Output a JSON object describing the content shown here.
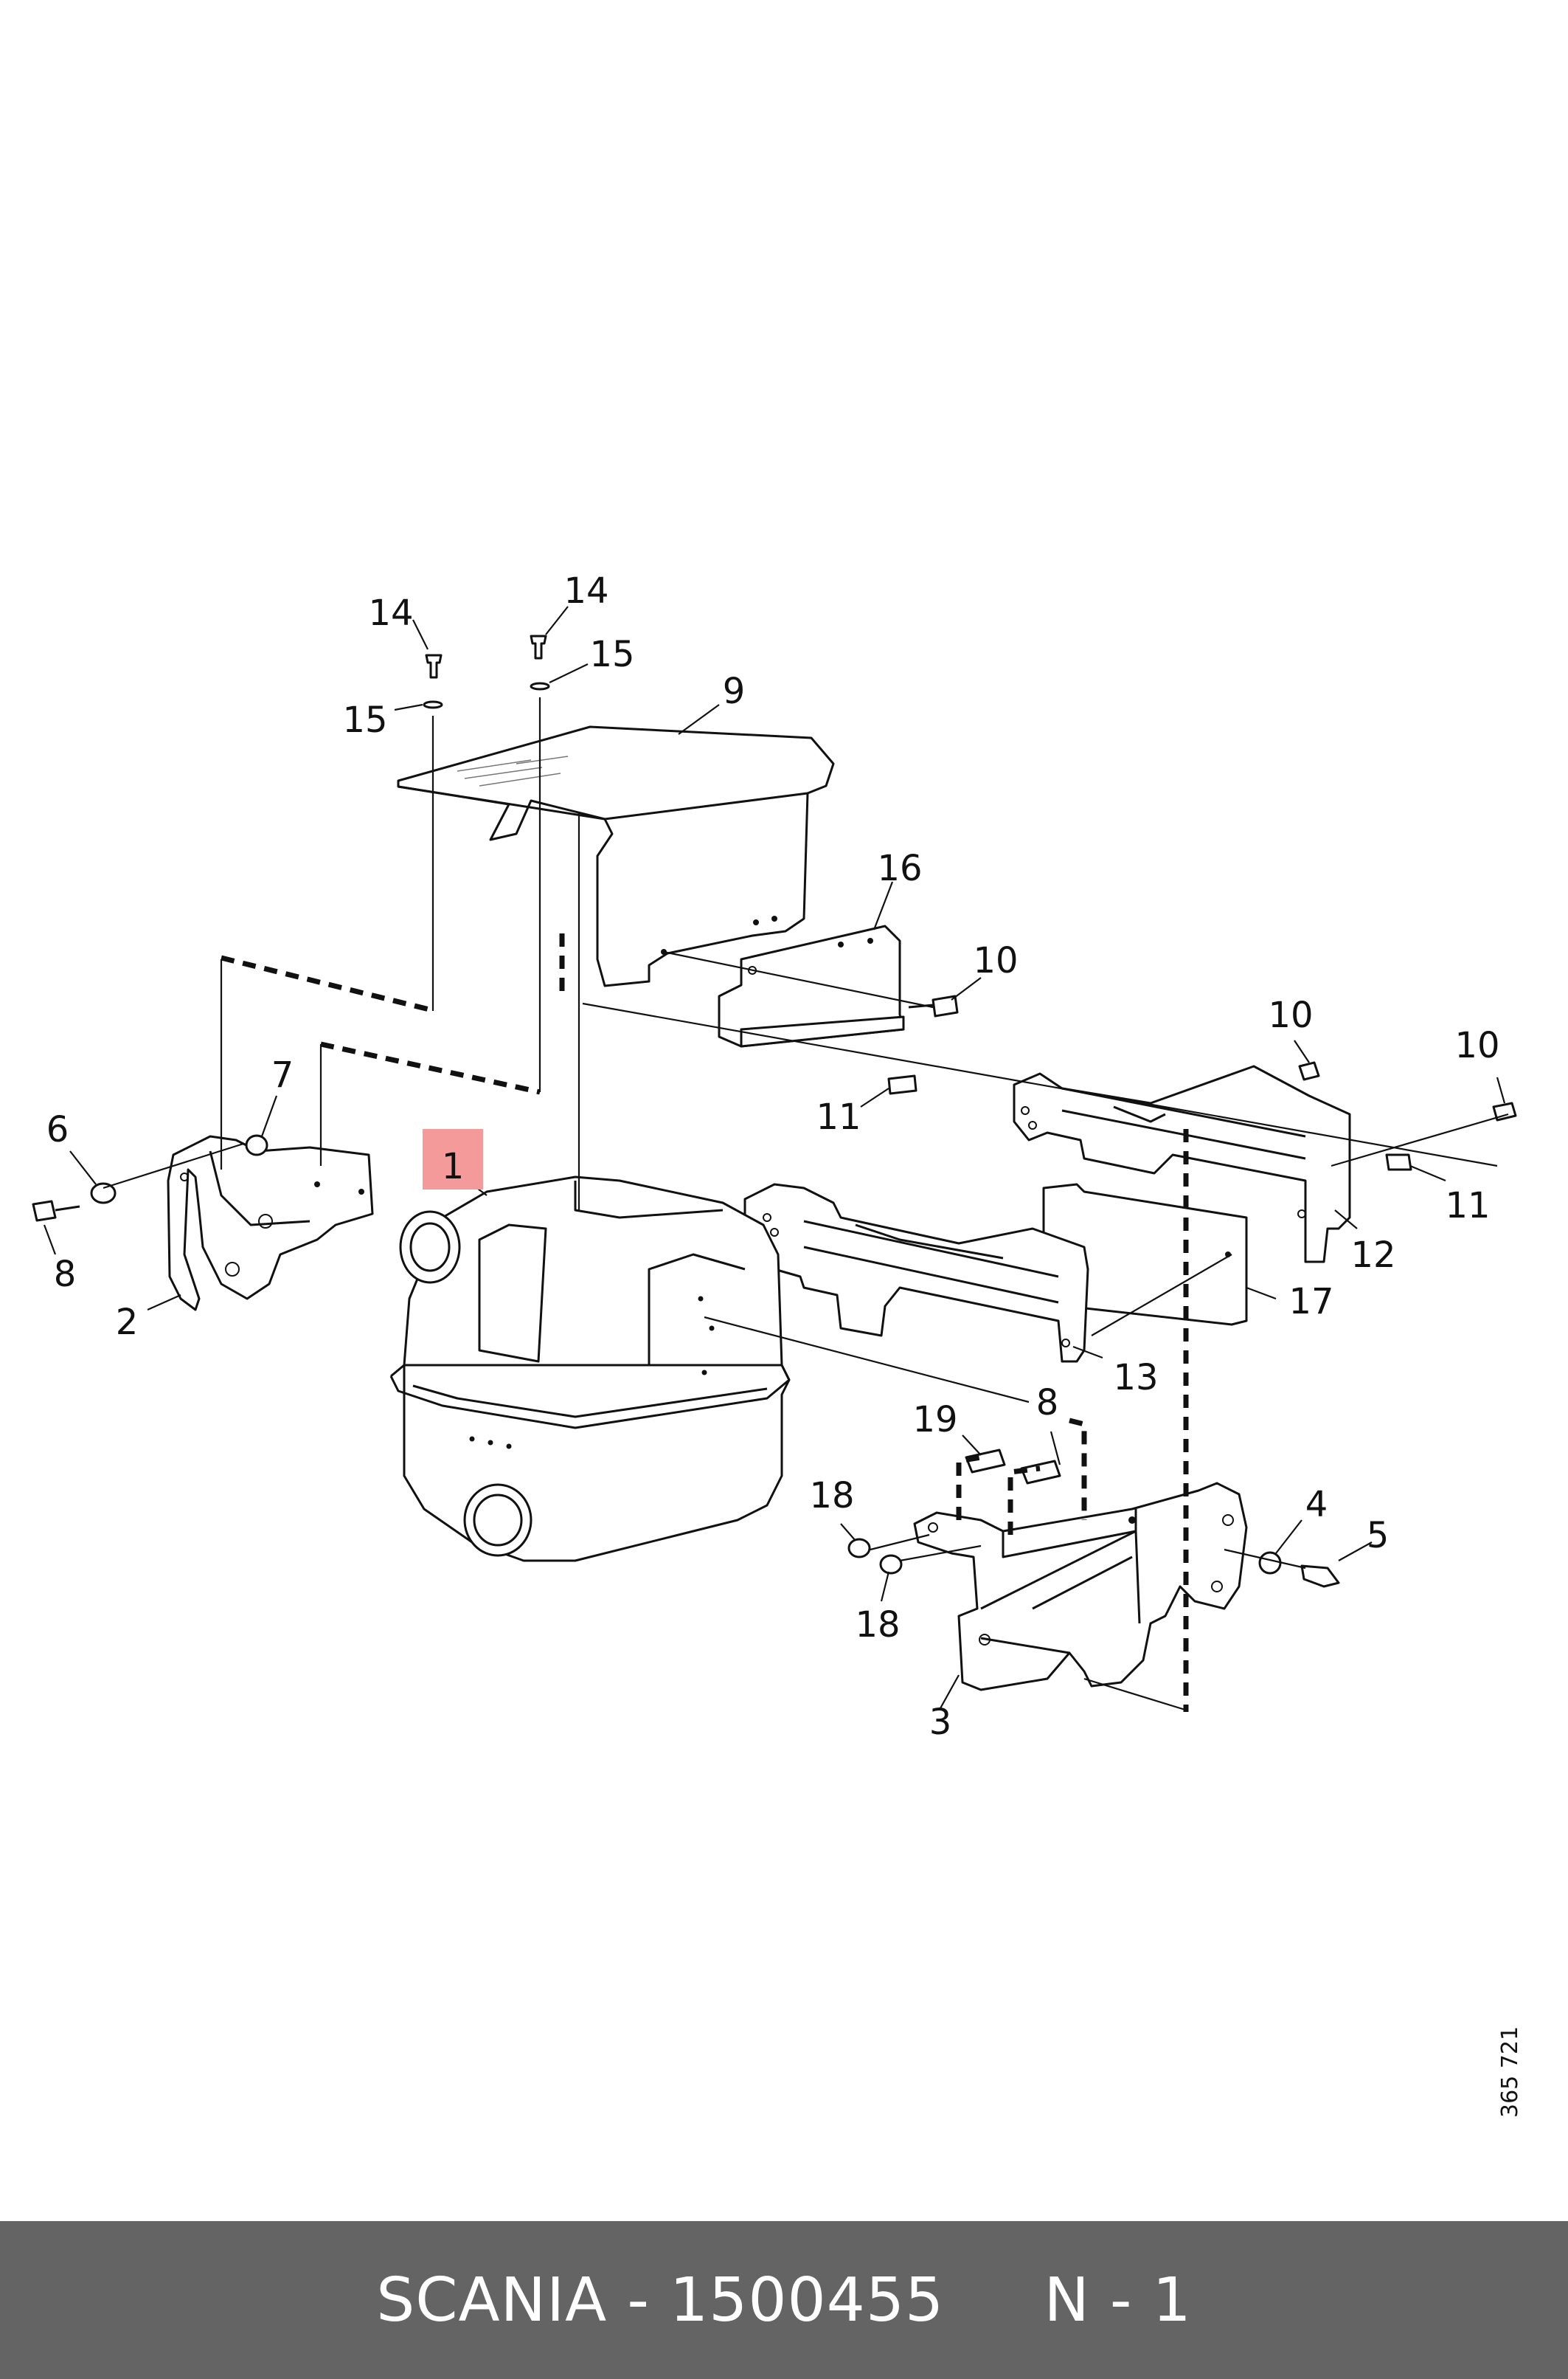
{
  "brand_color": "#646464",
  "highlight_color": "#f49a9a",
  "footer": {
    "text": "SCANIA - 1500455     N - 1"
  },
  "drawing_number": "365 721",
  "highlighted_part": "1",
  "callouts": [
    {
      "id": "c1",
      "label": "1"
    },
    {
      "id": "c2",
      "label": "2"
    },
    {
      "id": "c3",
      "label": "3"
    },
    {
      "id": "c4",
      "label": "4"
    },
    {
      "id": "c5",
      "label": "5"
    },
    {
      "id": "c6",
      "label": "6"
    },
    {
      "id": "c7",
      "label": "7"
    },
    {
      "id": "c8a",
      "label": "8"
    },
    {
      "id": "c8b",
      "label": "8"
    },
    {
      "id": "c9",
      "label": "9"
    },
    {
      "id": "c10a",
      "label": "10"
    },
    {
      "id": "c10b",
      "label": "10"
    },
    {
      "id": "c10c",
      "label": "10"
    },
    {
      "id": "c11a",
      "label": "11"
    },
    {
      "id": "c11b",
      "label": "11"
    },
    {
      "id": "c12",
      "label": "12"
    },
    {
      "id": "c13",
      "label": "13"
    },
    {
      "id": "c14a",
      "label": "14"
    },
    {
      "id": "c14b",
      "label": "14"
    },
    {
      "id": "c15a",
      "label": "15"
    },
    {
      "id": "c15b",
      "label": "15"
    },
    {
      "id": "c16",
      "label": "16"
    },
    {
      "id": "c17",
      "label": "17"
    },
    {
      "id": "c18a",
      "label": "18"
    },
    {
      "id": "c18b",
      "label": "18"
    },
    {
      "id": "c19",
      "label": "19"
    }
  ]
}
